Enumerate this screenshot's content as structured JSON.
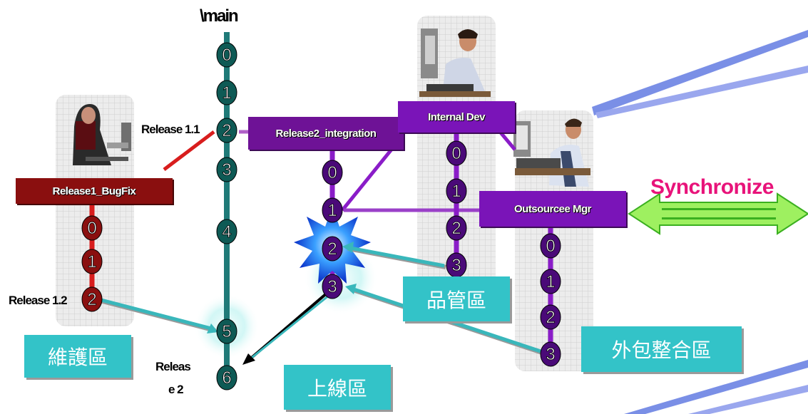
{
  "trunk": {
    "label": "\\main",
    "nodes": [
      "0",
      "1",
      "2",
      "3",
      "4",
      "5",
      "6"
    ]
  },
  "bugfix": {
    "label": "Release1_BugFix",
    "nodes": [
      "0",
      "1",
      "2"
    ]
  },
  "integration": {
    "label": "Release2_integration",
    "nodes": [
      "0",
      "1",
      "2",
      "3"
    ]
  },
  "internal_dev": {
    "label": "Internal Dev",
    "nodes": [
      "0",
      "1",
      "2",
      "3"
    ]
  },
  "outsource": {
    "label": "Outsourcee Mgr",
    "nodes": [
      "0",
      "1",
      "2",
      "3"
    ]
  },
  "release_labels": {
    "r11": "Release 1.1",
    "r12": "Release 1.2",
    "r2_line1": "Releas",
    "r2_line2": "e 2"
  },
  "synchronize": "Synchronize",
  "zones": {
    "maintenance": "維護區",
    "production": "上線區",
    "qa": "品管區",
    "outsourcing": "外包整合區"
  },
  "colors": {
    "trunk": "#1f7a78",
    "trunk_node": "#0e5a55",
    "bugfix": "#8a0f0f",
    "bugfix_line": "#d81d1d",
    "purple": "#7a14b8",
    "purple_node": "#4a0a78",
    "arrow": "#39b7bb",
    "zone": "#33c3c8",
    "sync": "#e8137a",
    "sync_arrow": "#66ee33"
  }
}
